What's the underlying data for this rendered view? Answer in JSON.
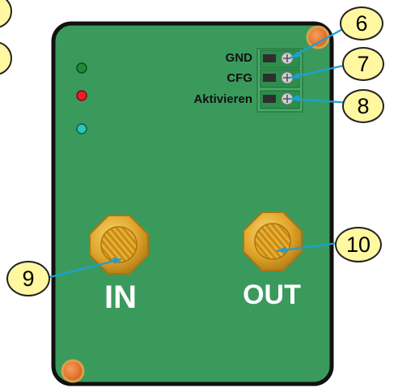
{
  "terminals": [
    {
      "label": "GND",
      "callout": "6"
    },
    {
      "label": "CFG",
      "callout": "7"
    },
    {
      "label": "Aktivieren",
      "callout": "8"
    }
  ],
  "ports": [
    {
      "label": "IN",
      "callout": "9"
    },
    {
      "label": "OUT",
      "callout": "10"
    }
  ],
  "leds": [
    {
      "color": "green"
    },
    {
      "color": "red"
    },
    {
      "color": "cyan"
    }
  ],
  "colors": {
    "board": "#3a9a5c",
    "board_outline": "#111111",
    "callout_fill": "#fff8a0",
    "leader_line": "#1aa0d8",
    "connector_gold": "#e2a82a",
    "mount_hole": "#e8722e"
  }
}
